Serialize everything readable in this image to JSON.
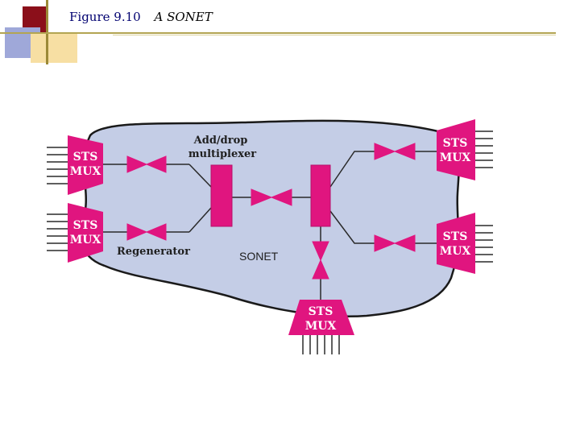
{
  "header": {
    "figure_number": "Figure 9.10",
    "figure_title": "A SONET"
  },
  "diagram": {
    "mux_line1": "STS",
    "mux_line2": "MUX",
    "add_drop_line1": "Add/drop",
    "add_drop_line2": "multiplexer",
    "regenerator_label": "Regenerator",
    "network_label": "SONET"
  },
  "colors": {
    "cloud_fill": "#c4cde6",
    "magenta": "#e0157f",
    "line": "#2a2a2a"
  }
}
